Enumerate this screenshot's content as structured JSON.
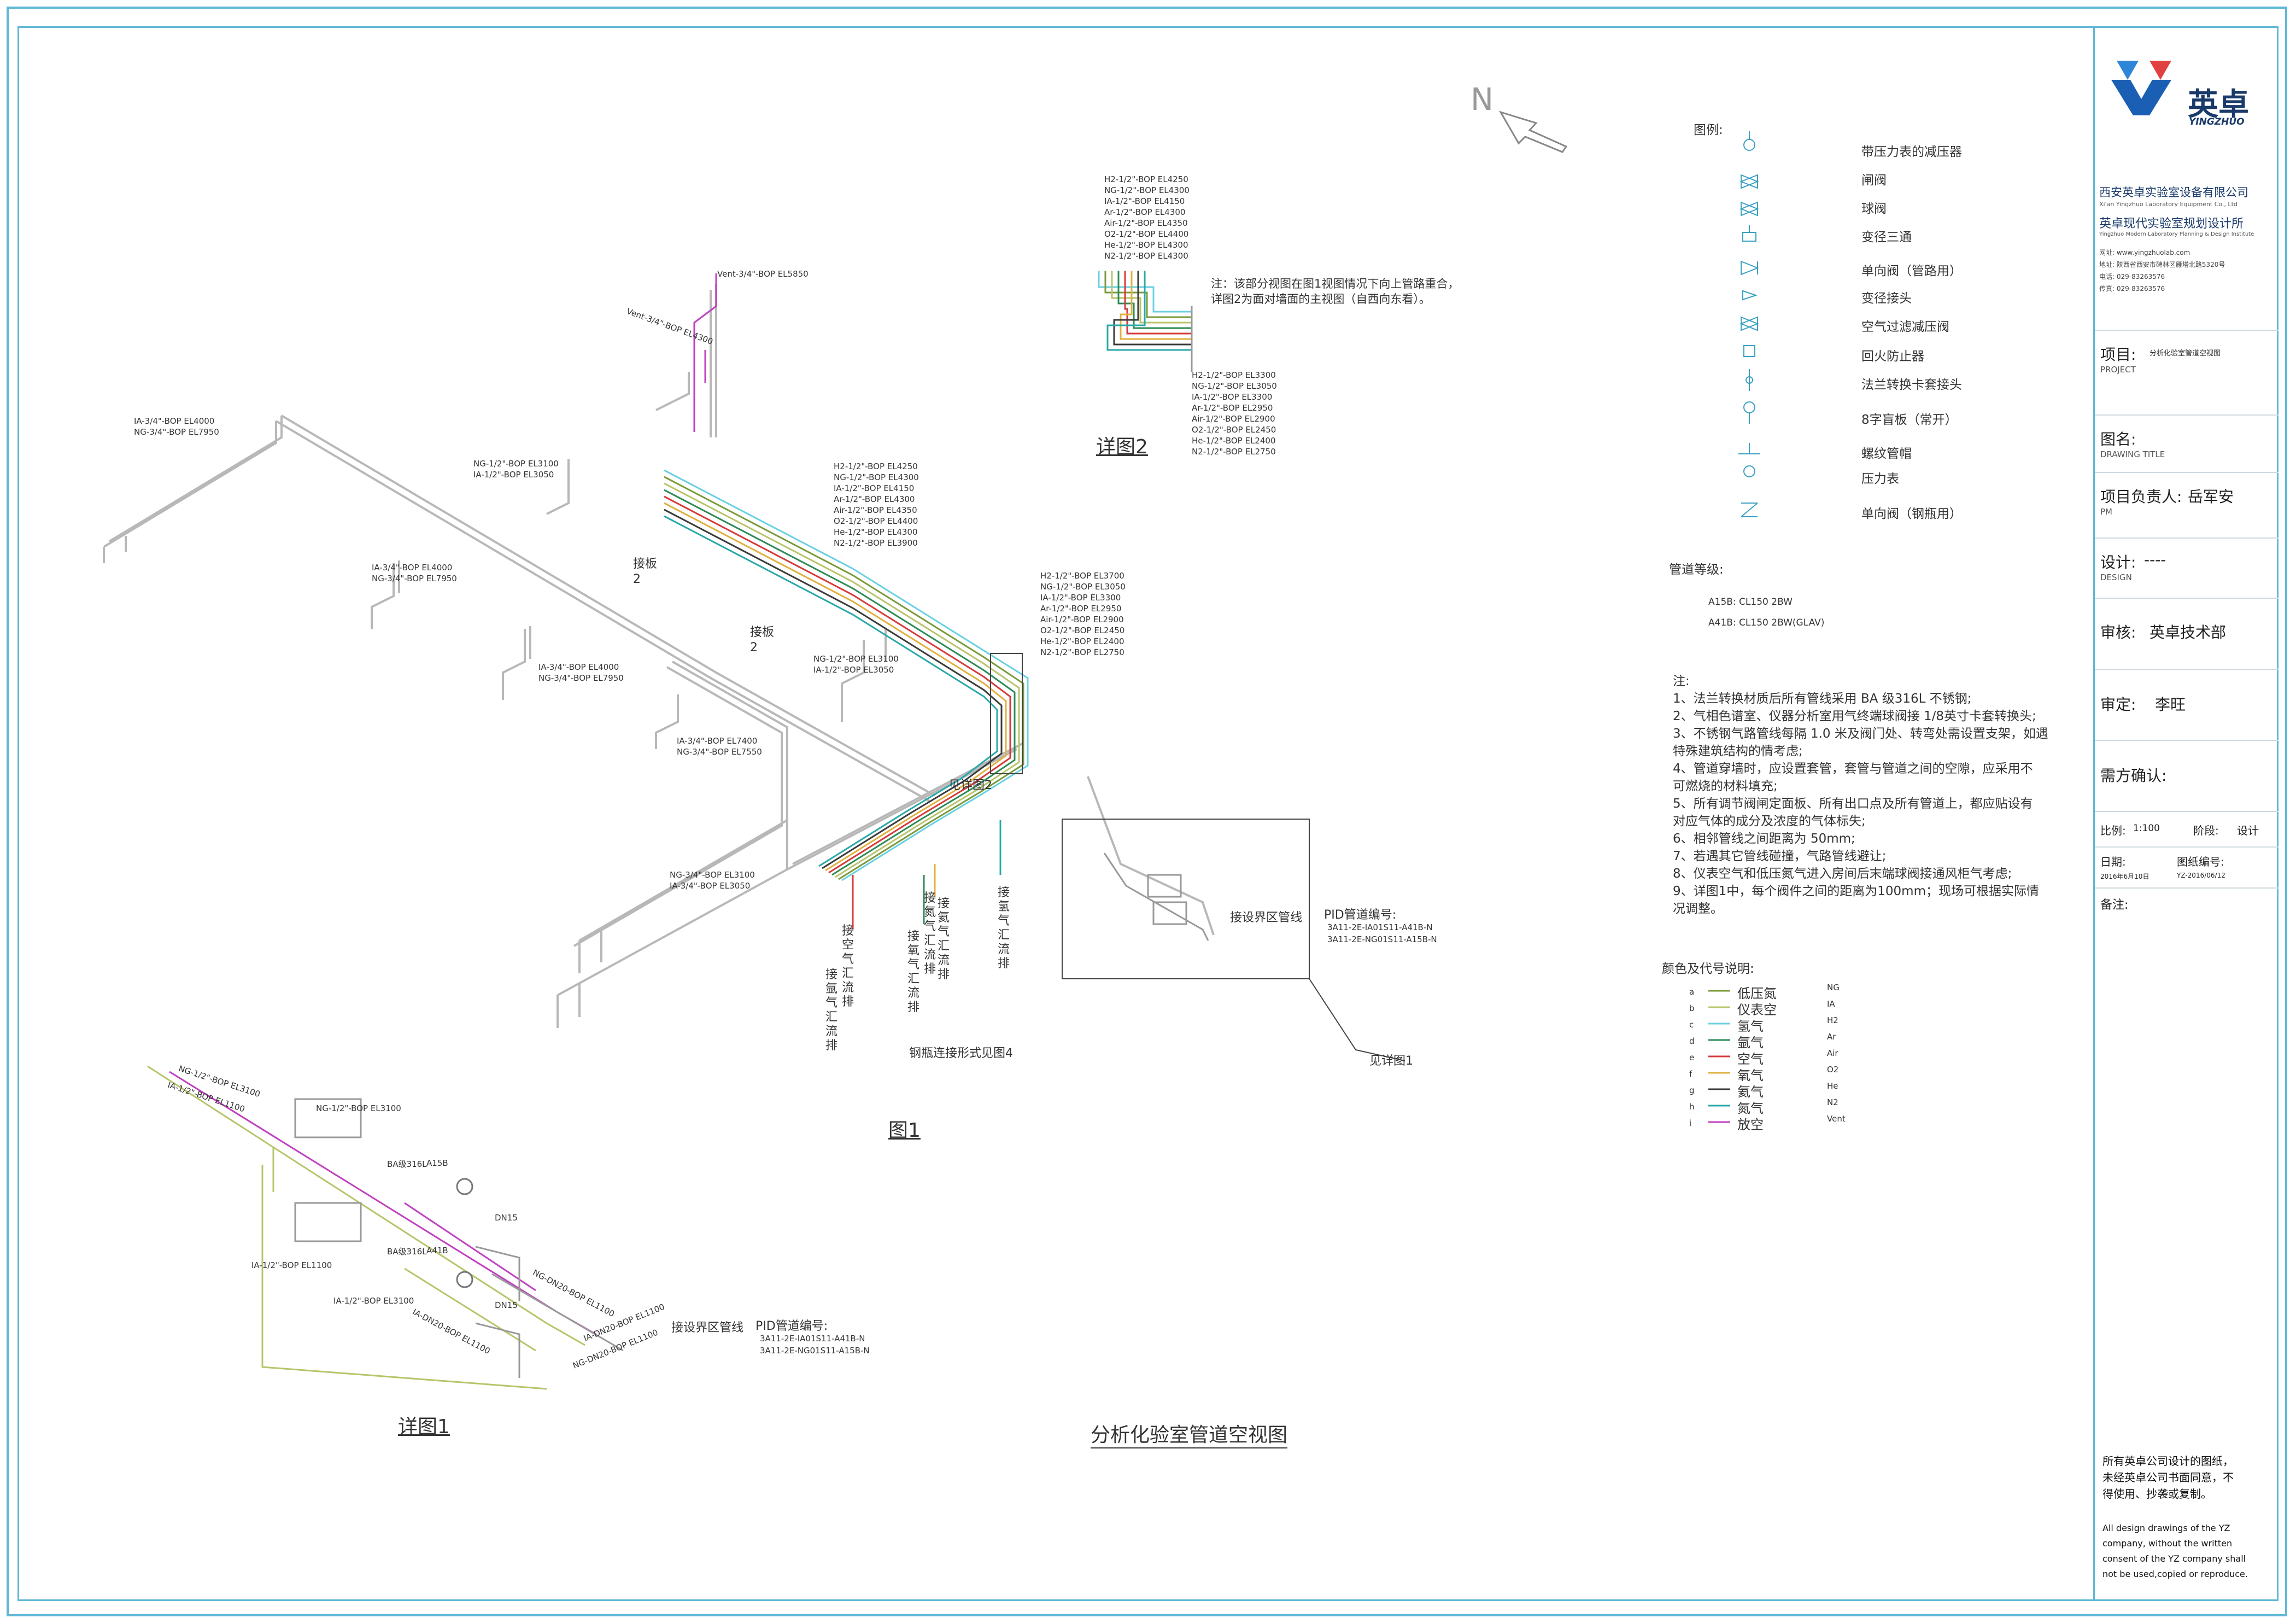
{
  "north_mark": "N",
  "legend": {
    "heading": "图例:",
    "items": [
      {
        "label": "带压力表的减压器",
        "icon": "regulator-with-gauge-icon"
      },
      {
        "label": "闸阀",
        "icon": "gate-valve-icon"
      },
      {
        "label": "球阀",
        "icon": "ball-valve-icon"
      },
      {
        "label": "变径三通",
        "icon": "reducing-tee-icon"
      },
      {
        "label": "单向阀（管路用）",
        "icon": "check-valve-icon"
      },
      {
        "label": "变径接头",
        "icon": "reducer-icon"
      },
      {
        "label": "空气过滤减压阀",
        "icon": "air-filter-regulator-icon"
      },
      {
        "label": "回火防止器",
        "icon": "flashback-arrestor-icon"
      },
      {
        "label": "法兰转换卡套接头",
        "icon": "flange-adapter-icon"
      },
      {
        "label": "8字盲板（常开）",
        "icon": "spectacle-blind-icon"
      },
      {
        "label": "螺纹管帽",
        "icon": "threaded-cap-icon"
      },
      {
        "label": "压力表",
        "icon": "pressure-gauge-icon"
      },
      {
        "label": "单向阀（钢瓶用）",
        "icon": "cylinder-check-valve-icon"
      }
    ]
  },
  "pipe_grade": {
    "heading": "管道等级:",
    "lines": [
      "A15B: CL150 2BW",
      "A41B: CL150 2BW(GLAV)"
    ]
  },
  "notes": {
    "heading": "注:",
    "lines": [
      "1、法兰转换材质后所有管线采用 BA 级316L 不锈钢;",
      "2、气相色谱室、仪器分析室用气终端球阀接 1/8英寸卡套转换头;",
      "3、不锈钢气路管线每隔 1.0 米及阀门处、转弯处需设置支架，如遇",
      "特殊建筑结构的情考虑;",
      "4、管道穿墙时，应设置套管，套管与管道之间的空隙，应采用不",
      "可燃烧的材料填充;",
      "5、所有调节阀闸定面板、所有出口点及所有管道上，都应贴设有",
      "对应气体的成分及浓度的气体标失;",
      "6、相邻管线之间距离为 50mm;",
      "7、若遇其它管线碰撞，气路管线避让;",
      "8、仪表空气和低压氮气进入房间后末端球阀接通风柜气考虑;",
      "9、详图1中，每个阀件之间的距离为100mm；现场可根据实际情",
      "况调整。"
    ]
  },
  "color_codes": {
    "heading": "颜色及代号说明:",
    "rows": [
      {
        "key": "a",
        "name": "低压氮",
        "code": "NG",
        "color": "#7a9a3a"
      },
      {
        "key": "b",
        "name": "仪表空",
        "code": "IA",
        "color": "#b8c46a"
      },
      {
        "key": "c",
        "name": "氢气",
        "code": "H2",
        "color": "#6ad0e0"
      },
      {
        "key": "d",
        "name": "氩气",
        "code": "Ar",
        "color": "#2e8b57"
      },
      {
        "key": "e",
        "name": "空气",
        "code": "Air",
        "color": "#d63a3a"
      },
      {
        "key": "f",
        "name": "氧气",
        "code": "O2",
        "color": "#e0b040"
      },
      {
        "key": "g",
        "name": "氦气",
        "code": "He",
        "color": "#3a3a3a"
      },
      {
        "key": "h",
        "name": "氮气",
        "code": "N2",
        "color": "#2aa8a8"
      },
      {
        "key": "i",
        "name": "放空",
        "code": "Vent",
        "color": "#c040c0"
      }
    ]
  },
  "note_detail2": {
    "line1": "注：该部分视图在图1视图情况下向上管路重合，",
    "line2": "详图2为面对墙面的主视图（自西向东看）。"
  },
  "captions": {
    "fig1": "图1",
    "detail1": "详图1",
    "detail2": "详图2",
    "main_title": "分析化验室管道空视图",
    "see_detail1": "见详图1",
    "see_detail2": "见详图2",
    "connect_boundary": "接设界区管线",
    "connect_boundary_d1": "接设界区管线",
    "pid_heading": "PID管道编号:",
    "pid_lines": [
      "3A11-2E-IA01S11-A41B-N",
      "3A11-2E-NG01S11-A15B-N"
    ],
    "pid_heading_d1": "PID管道编号:",
    "pid_lines_d1": [
      "3A11-2E-IA01S11-A41B-N",
      "3A11-2E-NG01S11-A15B-N"
    ],
    "cylinder_note": "钢瓶连接形式见图4",
    "connect2_a": "接板",
    "connect2_a_num": "2",
    "connect2_b": "接板",
    "connect2_b_num": "2",
    "vertical_labels": [
      "接空气汇流排",
      "接氩气汇流排",
      "接氧气汇流排",
      "接氮气汇流排",
      "接氦气汇流排",
      "接氢气汇流排"
    ]
  },
  "detail2_labels_top": [
    "H2-1/2\"-BOP EL4250",
    "NG-1/2\"-BOP EL4300",
    "IA-1/2\"-BOP EL4150",
    "Ar-1/2\"-BOP EL4300",
    "Air-1/2\"-BOP EL4350",
    "O2-1/2\"-BOP EL4400",
    "He-1/2\"-BOP EL4300",
    "N2-1/2\"-BOP EL4300"
  ],
  "detail2_labels_bottom": [
    "H2-1/2\"-BOP EL3300",
    "NG-1/2\"-BOP EL3050",
    "IA-1/2\"-BOP EL3300",
    "Ar-1/2\"-BOP EL2950",
    "Air-1/2\"-BOP EL2900",
    "O2-1/2\"-BOP EL2450",
    "He-1/2\"-BOP EL2400",
    "N2-1/2\"-BOP EL2750"
  ],
  "fig1_tags": {
    "vent_top": "Vent-3/4\"-BOP EL5850",
    "vent2": "Vent-3/4\"-BOP EL4300",
    "bundle_mid": [
      "H2-1/2\"-BOP EL4250",
      "NG-1/2\"-BOP EL4300",
      "IA-1/2\"-BOP EL4150",
      "Ar-1/2\"-BOP EL4300",
      "Air-1/2\"-BOP EL4350",
      "O2-1/2\"-BOP EL4400",
      "He-1/2\"-BOP EL4300",
      "N2-1/2\"-BOP EL3900"
    ],
    "bundle_right": [
      "H2-1/2\"-BOP EL3700",
      "NG-1/2\"-BOP EL3050",
      "IA-1/2\"-BOP EL3300",
      "Ar-1/2\"-BOP EL2950",
      "Air-1/2\"-BOP EL2900",
      "O2-1/2\"-BOP EL2450",
      "He-1/2\"-BOP EL2400",
      "N2-1/2\"-BOP EL2750"
    ],
    "t1": [
      "IA-3/4\"-BOP EL4000",
      "NG-3/4\"-BOP EL7950"
    ],
    "t2": [
      "NG-1/2\"-BOP EL3100",
      "IA-1/2\"-BOP EL3050"
    ],
    "t3": [
      "IA-3/4\"-BOP EL4000",
      "NG-3/4\"-BOP EL7950"
    ],
    "t4": [
      "IA-3/4\"-BOP EL4000",
      "NG-3/4\"-BOP EL7950"
    ],
    "t5": [
      "NG-1/2\"-BOP EL3100",
      "IA-1/2\"-BOP EL3050"
    ],
    "t6": [
      "IA-3/4\"-BOP EL7400",
      "NG-3/4\"-BOP EL7550"
    ],
    "t7": [
      "NG-3/4\"-BOP EL3100",
      "IA-3/4\"-BOP EL3050"
    ]
  },
  "detail1_tags": {
    "a": "NG-1/2\"-BOP EL3100",
    "b": "IA-1/2\"-BOP EL1100",
    "c": "IA-1/2\"-BOP EL1100",
    "d": "NG-1/2\"-BOP EL3100",
    "e": "IA-1/2\"-BOP EL3100",
    "f": "BA级316L",
    "g": "A15B",
    "h": "BA级316L",
    "i": "A41B",
    "j": "DN15",
    "k": "DN15",
    "l": "NG-DN20-BOP EL1100",
    "m": "IA-DN20-BOP EL1100",
    "n": "IA-DN20-BOP EL1100",
    "o": "NG-DN20-BOP EL1100"
  },
  "title_block": {
    "company_cn_logo": "英卓",
    "company_en_logo": "YINGZHUO",
    "company_name": "西安英卓实验室设备有限公司",
    "company_name_en": "Xi'an Yingzhuo Laboratory Equipment Co., Ltd",
    "institute": "英卓现代实验室规划设计所",
    "institute_en": "Yingzhuo Modern Laboratory Planning & Design Institute",
    "web": "网址: www.yingzhuolab.com",
    "address": "地址: 陕西省西安市碑林区雁塔北路5320号",
    "tel": "电话: 029-83263576",
    "fax": "传真: 029-83263576",
    "project_label": "项目:",
    "project_en": "PROJECT",
    "project_value": "分析化验室管道空视图",
    "drawing_label": "图名:",
    "drawing_en": "DRAWING TITLE",
    "pm_label": "项目负责人:",
    "pm_value": "岳军安",
    "pm_en": "PM",
    "design_label": "设计:",
    "design_value": "----",
    "design_en": "DESIGN",
    "review_label": "审核:",
    "review_value": "英卓技术部",
    "approve_label": "审定:",
    "approve_value": "李旺",
    "confirm_label": "需方确认:",
    "scale_label": "比例:",
    "scale_value": "1:100",
    "stage_label": "阶段:",
    "stage_value": "设计",
    "date_label": "日期:",
    "date_value": "2016年6月10日",
    "no_label": "图纸编号:",
    "no_value": "YZ-2016/06/12",
    "remark_label": "备注:",
    "copyright_cn": [
      "所有英卓公司设计的图纸，",
      "未经英卓公司书面同意，不",
      "得使用、抄袭或复制。"
    ],
    "copyright_en": [
      "All design drawings of the YZ",
      "company, without the written",
      "consent of the YZ company shall",
      "not be used,copied or reproduce."
    ]
  }
}
